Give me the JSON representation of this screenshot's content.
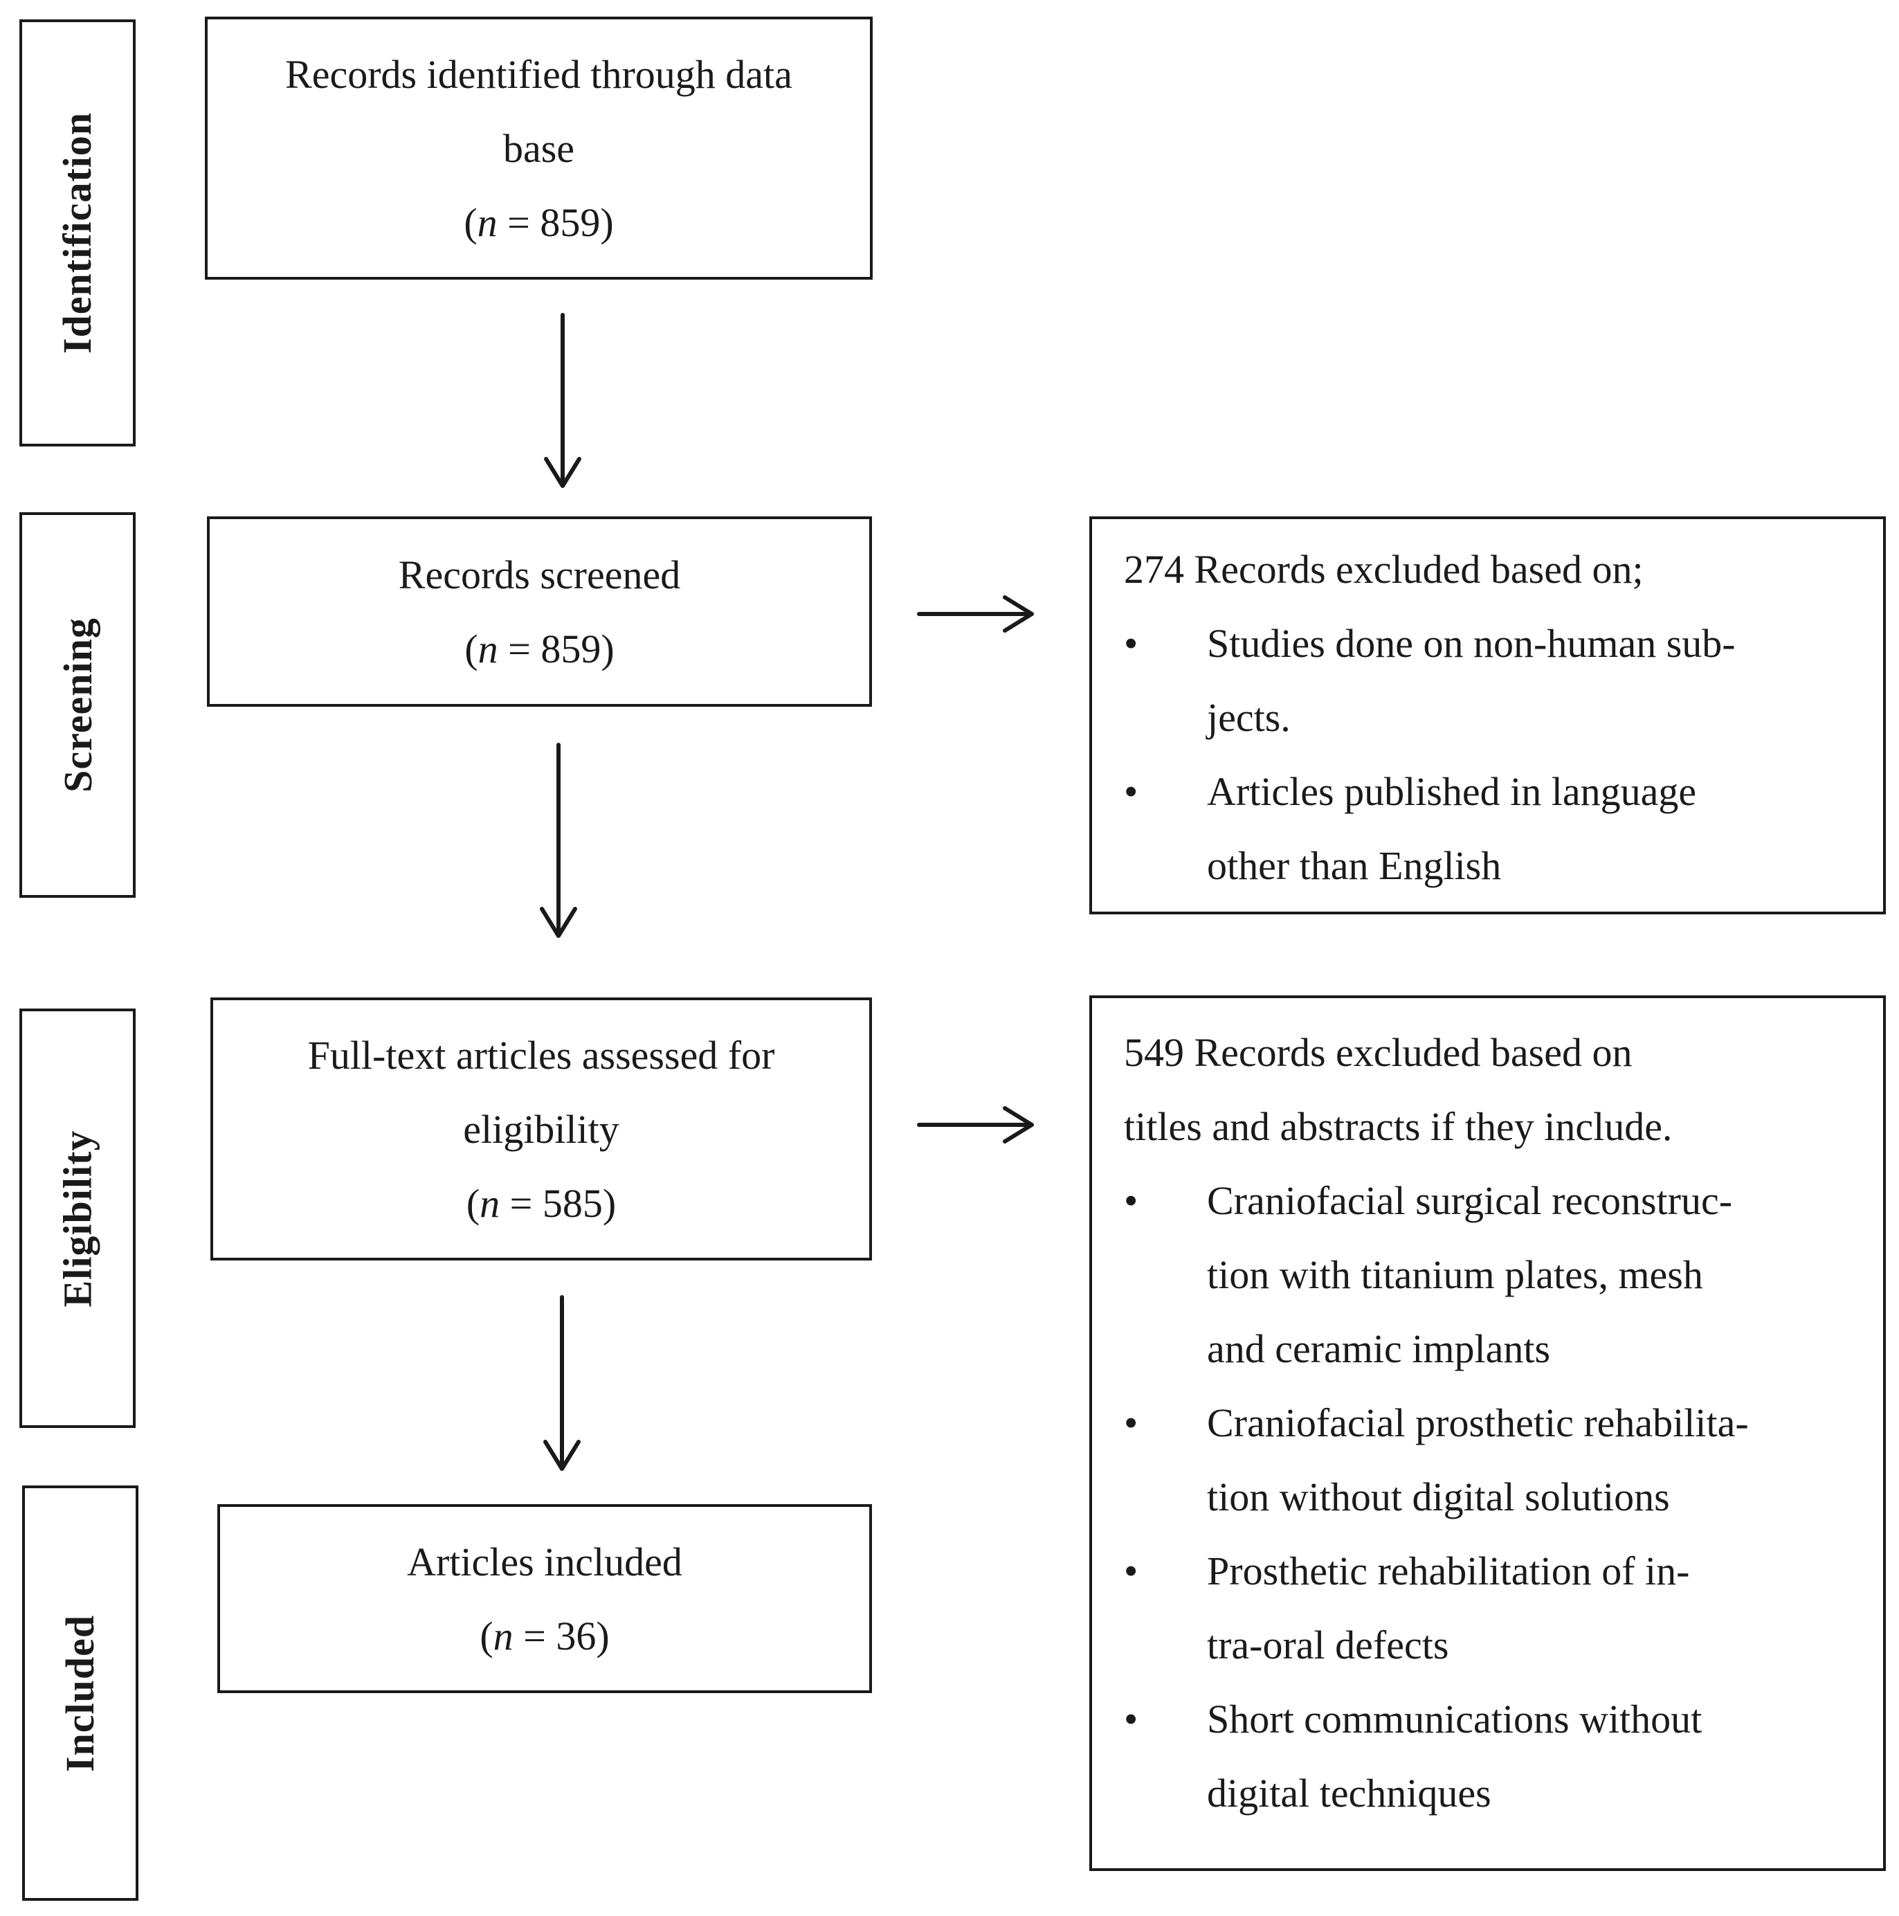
{
  "stages": {
    "identification": "Identification",
    "screening": "Screening",
    "eligibility": "Eligibility",
    "included": "Included"
  },
  "boxes": {
    "identified": {
      "line1": "Records identified through data",
      "line2": "base",
      "n_prefix": "(",
      "n_var": "n",
      "n_value": " = 859)"
    },
    "screened": {
      "line1": "Records screened",
      "n_prefix": "(",
      "n_var": "n",
      "n_value": " = 859)"
    },
    "fulltext": {
      "line1": "Full-text articles assessed for",
      "line2": "eligibility",
      "n_prefix": "(",
      "n_var": "n",
      "n_value": " = 585)"
    },
    "included": {
      "line1": "Articles included",
      "n_prefix": "(",
      "n_var": "n",
      "n_value": " = 36)"
    }
  },
  "exclusions_screening": {
    "heading": "274 Records excluded based on;",
    "bullet_glyph": "•",
    "items": [
      [
        "Studies done on non-human sub-",
        "jects."
      ],
      [
        "Articles published in language",
        "other than English"
      ]
    ]
  },
  "exclusions_eligibility": {
    "heading_line1": "549 Records excluded based on",
    "heading_line2": "titles and abstracts if they include.",
    "bullet_glyph": "•",
    "items": [
      [
        "Craniofacial surgical reconstruc-",
        "tion with titanium plates, mesh",
        "and ceramic implants"
      ],
      [
        "Craniofacial prosthetic rehabilita-",
        "tion without digital solutions"
      ],
      [
        "Prosthetic rehabilitation of in-",
        "tra-oral defects"
      ],
      [
        "Short communications without",
        "digital techniques"
      ]
    ]
  }
}
